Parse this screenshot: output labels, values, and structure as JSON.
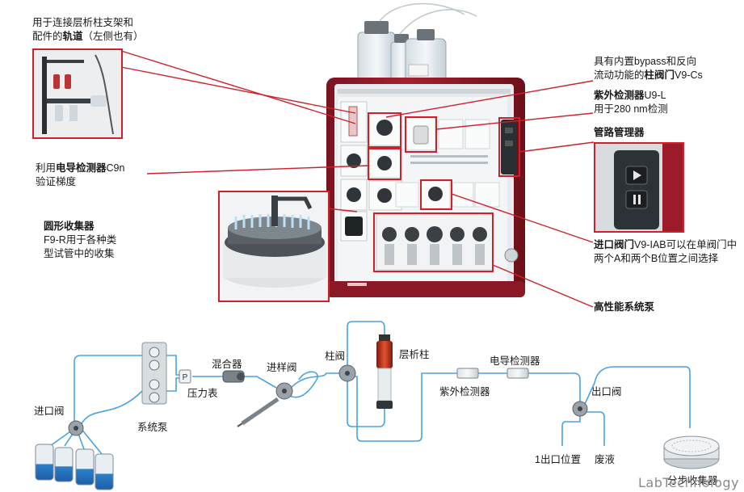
{
  "callouts": {
    "rail": {
      "line1": "用于连接层析柱支架和",
      "line2_pre": "配件的",
      "line2_bold": "轨道",
      "line2_post": "（左侧也有）"
    },
    "column_valve": {
      "line1": "具有内置bypass和反向",
      "line2_pre": "流动功能的",
      "line2_bold": "柱阀门",
      "line2_post": "V9-Cs"
    },
    "uv_detector": {
      "line1_bold": "紫外检测器",
      "line1_post": "U9-L",
      "line2": "用于280 nm检测"
    },
    "tubing_manager": {
      "bold": "管路管理器"
    },
    "cond_detector": {
      "line1_pre": "利用",
      "line1_bold": "电导检测器",
      "line1_post": "C9n",
      "line2": "验证梯度"
    },
    "fraction_collector": {
      "line1_bold": "圆形收集器",
      "line2": "F9-R用于各种类",
      "line3": "型试管中的收集"
    },
    "inlet_valve": {
      "line1_bold": "进口阀门",
      "line1_post": "V9-IAB可以在单阀门中",
      "line2": "两个A和两个B位置之间选择"
    },
    "system_pump": {
      "bold": "高性能系统泵"
    }
  },
  "flow_diagram": {
    "inlet_valve": "进口阀",
    "system_pump": "系统泵",
    "mixer": "混合器",
    "pressure_gauge": "压力表",
    "pressure_symbol": "P",
    "injection_valve": "进样阀",
    "column_valve": "柱阀",
    "column": "层析柱",
    "uv_detector": "紫外检测器",
    "cond_detector": "电导检测器",
    "outlet_valve": "出口阀",
    "outlet_position": "1出口位置",
    "waste": "废液",
    "fraction_collector": "分步收集器"
  },
  "watermark": "LabTechnology",
  "colors": {
    "callout_red": "#d0202a",
    "tubing_blue": "#4aa3df",
    "instrument_red": "#9c1b2a"
  }
}
